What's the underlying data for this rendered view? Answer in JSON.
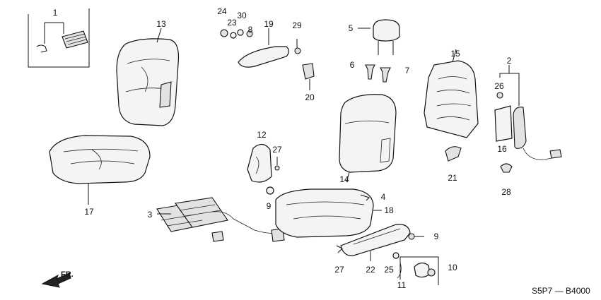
{
  "diagram": {
    "callouts": [
      "1",
      "2",
      "3",
      "4",
      "5",
      "6",
      "7",
      "8",
      "9",
      "9",
      "10",
      "11",
      "12",
      "13",
      "14",
      "15",
      "16",
      "17",
      "18",
      "19",
      "20",
      "21",
      "22",
      "23",
      "24",
      "25",
      "26",
      "27",
      "27",
      "28",
      "29",
      "30"
    ],
    "direction_label": "FR.",
    "diagram_code": "S5P7 — B4000"
  }
}
